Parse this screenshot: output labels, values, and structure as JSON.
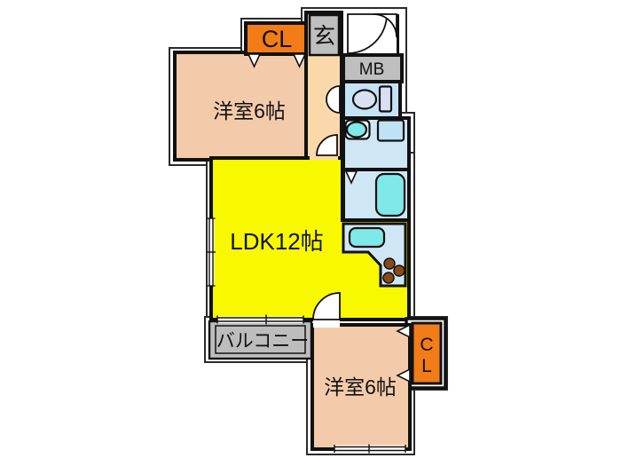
{
  "floorplan": {
    "colors": {
      "wall": "#111111",
      "outline": "#2a2a2a",
      "ldk_yellow": "#f8f800",
      "bedroom_pink": "#f4cbaa",
      "hall_peach": "#fbd8a9",
      "closet_orange": "#f27c17",
      "label_gray": "#bfbfbf",
      "balcony_gray": "#bdbdbd",
      "room_blue": "#cfe6f5",
      "toilet_blue": "#c5e3f6",
      "fixture_cyan": "#7fe9e9",
      "fixture_white": "#eaf3fb",
      "toilet_fixture": "#d8e1f3",
      "washer_blue": "#bfe2f4",
      "stove_brown": "#8a4a16"
    },
    "labels": {
      "closet_top": "CL",
      "genkan": "玄",
      "meter_box": "MB",
      "bedroom_top": "洋室6帖",
      "ldk": "LDK12帖",
      "balcony": "バルコニー",
      "bedroom_bottom": "洋室6帖",
      "closet_bottom_line1": "C",
      "closet_bottom_line2": "L"
    }
  }
}
